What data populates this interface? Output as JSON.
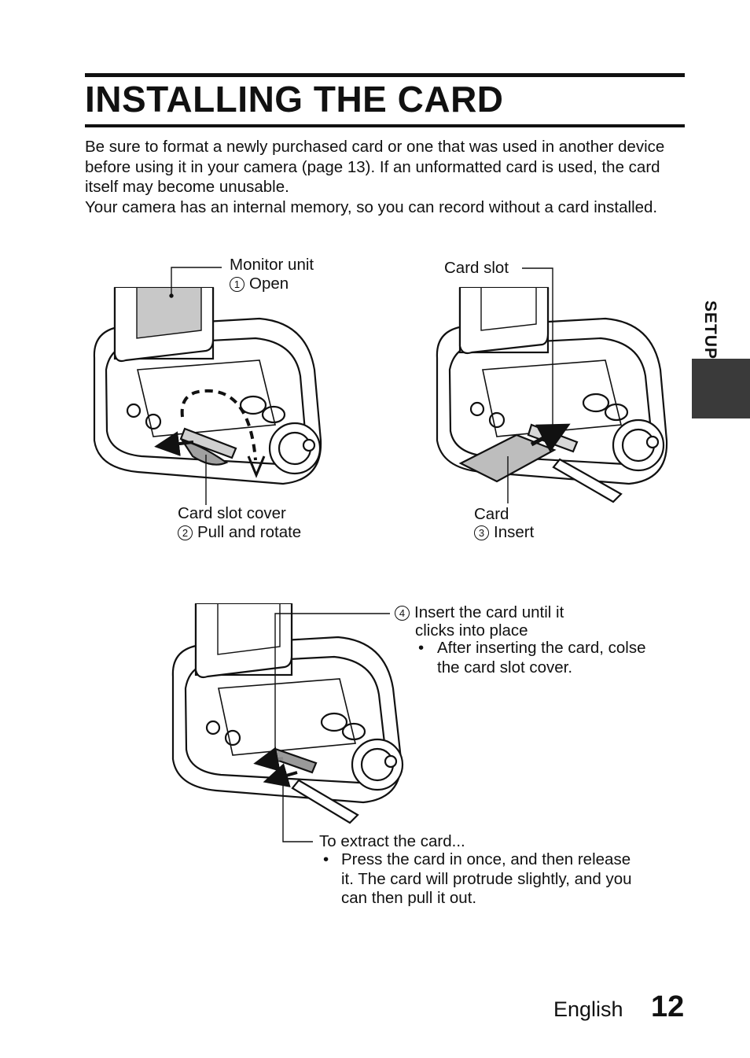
{
  "title": "INSTALLING THE CARD",
  "intro": {
    "paragraph1": "Be sure to format a newly purchased card or one that was used in another device before using it in your camera (page 13). If an unformatted card is used, the card itself may become unusable.",
    "paragraph2": "Your camera has an internal memory, so you can record without a card installed."
  },
  "section_tab": "SETUP",
  "figure1": {
    "monitor_label": "Monitor unit",
    "step1_num": "1",
    "step1_text": "Open",
    "cover_label": "Card slot cover",
    "step2_num": "2",
    "step2_text": "Pull and rotate"
  },
  "figure2": {
    "slot_label": "Card slot",
    "card_label": "Card",
    "step3_num": "3",
    "step3_text": "Insert"
  },
  "figure3": {
    "step4_num": "4",
    "step4_line1": "Insert the card until it",
    "step4_line2": "clicks into place",
    "step4_bullet": "After inserting the card, colse the card slot cover.",
    "extract_heading": "To extract the card...",
    "extract_bullet": "Press the card in once, and then release it. The card will protrude slightly, and you can then pull it out."
  },
  "footer": {
    "language": "English",
    "page_number": "12"
  }
}
